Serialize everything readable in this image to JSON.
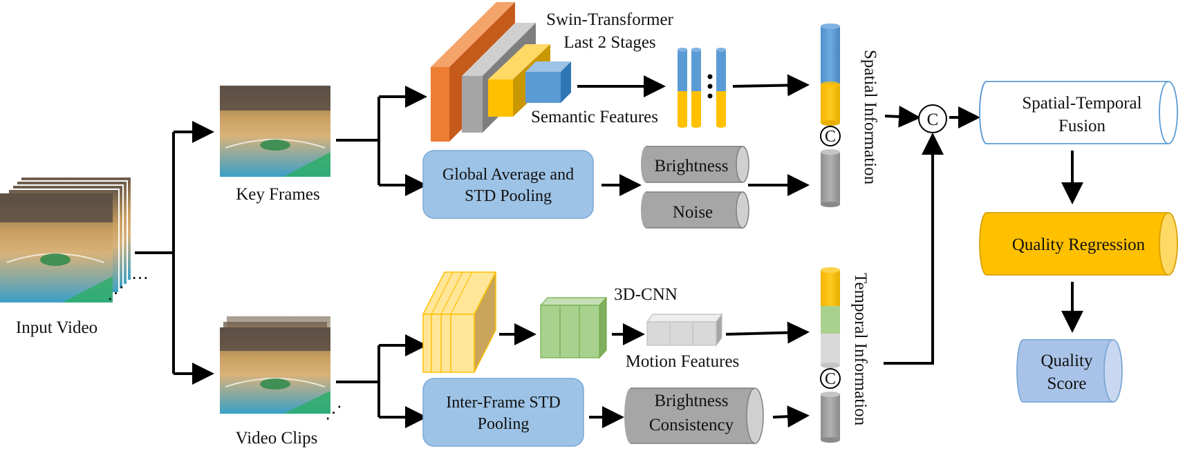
{
  "labels": {
    "input_video": "Input Video",
    "key_frames": "Key Frames",
    "video_clips": "Video Clips",
    "swin_line1": "Swin-Transformer",
    "swin_line2": "Last 2 Stages",
    "semantic_features": "Semantic Features",
    "gap_line1": "Global Average and",
    "gap_line2": "STD Pooling",
    "brightness": "Brightness",
    "noise": "Noise",
    "spatial_information": "Spatial Information",
    "temporal_information": "Temporal Information",
    "cnn3d": "3D-CNN",
    "motion_features": "Motion Features",
    "interframe_line1": "Inter-Frame STD",
    "interframe_line2": "Pooling",
    "brightness_consistency_line1": "Brightness",
    "brightness_consistency_line2": "Consistency",
    "concat": "C",
    "fusion_line1": "Spatial-Temporal",
    "fusion_line2": "Fusion",
    "quality_regression": "Quality Regression",
    "quality_score_line1": "Quality",
    "quality_score_line2": "Score"
  },
  "colors": {
    "orange": "#ED7D31",
    "gray": "#A5A5A5",
    "yellow": "#FFC000",
    "blue": "#5B9BD5",
    "light_blue_box": "#9DC3E6",
    "green": "#A9D18E",
    "light_gray": "#D9D9D9",
    "dark_gray_cyl": "#A6A6A6"
  }
}
